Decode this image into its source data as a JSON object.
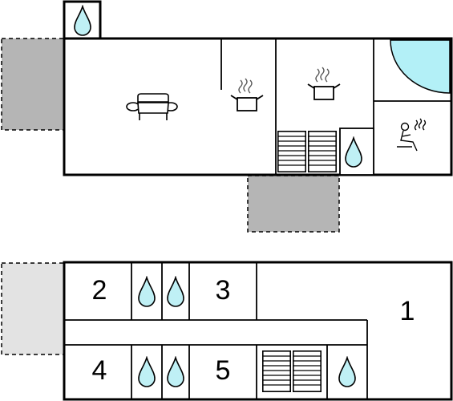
{
  "floorplan": {
    "colors": {
      "wall": "#000000",
      "terrace_gray": "#b5b5b5",
      "terrace_light": "#e3e3e3",
      "water": "#bff0f5",
      "hot_tub": "#b3f0f7",
      "background": "#ffffff"
    },
    "ground_floor": {
      "icons": [
        "water-drop-icon",
        "sofa-icon",
        "cooking-pot-icon",
        "cooking-pot-icon",
        "stairs-icon",
        "water-drop-icon",
        "hot-tub-icon",
        "sauna-icon"
      ]
    },
    "upper_floor": {
      "room_labels": {
        "r1": "1",
        "r2": "2",
        "r3": "3",
        "r4": "4",
        "r5": "5"
      },
      "icons": [
        "water-drop-icon",
        "water-drop-icon",
        "water-drop-icon",
        "water-drop-icon",
        "stairs-icon",
        "water-drop-icon"
      ]
    }
  }
}
